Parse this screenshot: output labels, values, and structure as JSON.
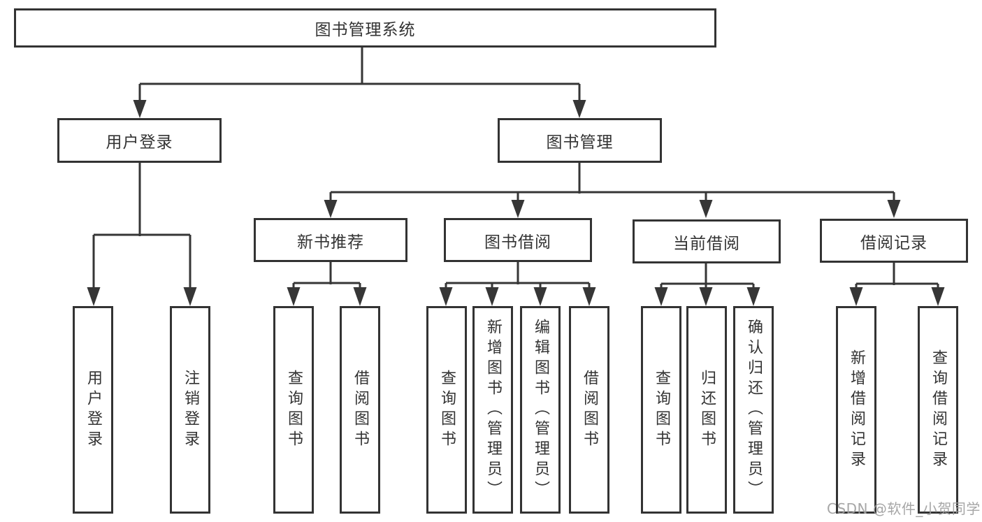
{
  "colors": {
    "line": "#363636",
    "box_border": "#333333",
    "text": "#333333",
    "watermark": "#9e9e9e",
    "background": "#ffffff"
  },
  "watermark": "CSDN @软件_小贺同学",
  "tree": {
    "root": {
      "label": "图书管理系统",
      "children": [
        {
          "label": "用户登录",
          "children": [
            {
              "label": "用户登录"
            },
            {
              "label": "注销登录"
            }
          ]
        },
        {
          "label": "图书管理",
          "children": [
            {
              "label": "新书推荐",
              "children": [
                {
                  "label": "查询图书"
                },
                {
                  "label": "借阅图书"
                }
              ]
            },
            {
              "label": "图书借阅",
              "children": [
                {
                  "label": "查询图书"
                },
                {
                  "label": "新增图书（管理员）"
                },
                {
                  "label": "编辑图书（管理员）"
                },
                {
                  "label": "借阅图书"
                }
              ]
            },
            {
              "label": "当前借阅",
              "children": [
                {
                  "label": "查询图书"
                },
                {
                  "label": "归还图书"
                },
                {
                  "label": "确认归还（管理员）"
                }
              ]
            },
            {
              "label": "借阅记录",
              "children": [
                {
                  "label": "新增借阅记录"
                },
                {
                  "label": "查询借阅记录"
                }
              ]
            }
          ]
        }
      ]
    }
  }
}
